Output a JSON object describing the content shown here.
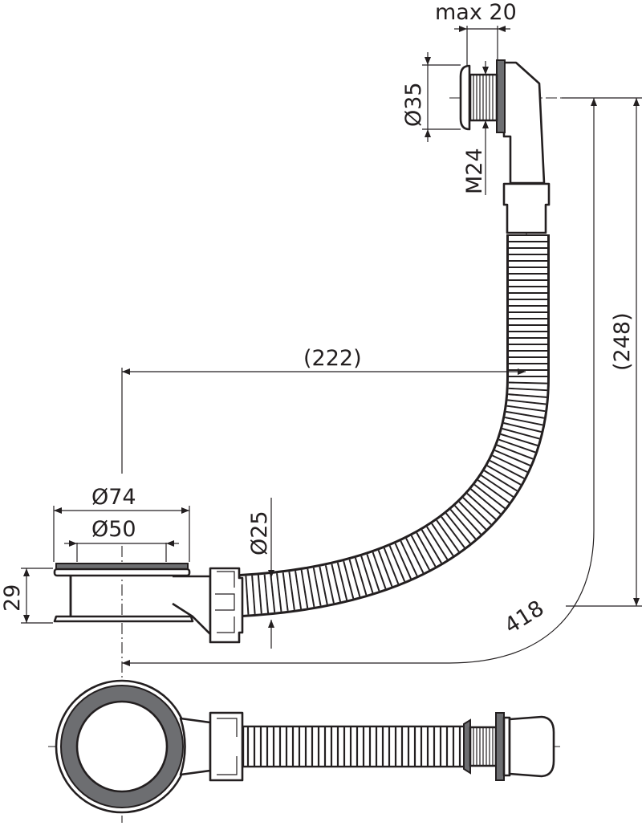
{
  "drawing": {
    "labels": {
      "max_flange": "max 20",
      "cap_diameter": "Ø35",
      "thread": "M24",
      "height": "(248)",
      "horizontal_offset": "(222)",
      "outer_diameter": "Ø74",
      "inner_diameter": "Ø50",
      "hose_diameter": "Ø25",
      "drain_height": "29",
      "hose_length": "418"
    },
    "colors": {
      "line": "#231f20",
      "gasket": "#6d6e71",
      "background": "#ffffff"
    }
  }
}
